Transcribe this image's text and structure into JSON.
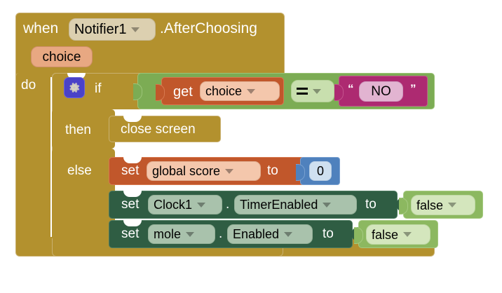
{
  "workspace": {
    "name": "app-inventor-blocks-canvas",
    "background": "#ffffff"
  },
  "event_block": {
    "keyword": "when",
    "component": "Notifier1",
    "event": ".AfterChoosing",
    "parameter": "choice",
    "do_label": "do",
    "color": "#b3912e"
  },
  "if_block": {
    "mutator_icon": "gear-icon",
    "if_label": "if",
    "then_label": "then",
    "else_label": "else",
    "color": "#b3912e"
  },
  "condition": {
    "operator": "=",
    "color": "#7cac54",
    "left": {
      "keyword": "get",
      "variable": "choice",
      "color": "#c1572b"
    },
    "right": {
      "open_quote": "“",
      "value": "NO",
      "close_quote": "”",
      "color": "#ad2a71"
    }
  },
  "then_branch": {
    "statements": [
      {
        "label": "close screen",
        "color": "#b3912e"
      }
    ]
  },
  "else_branch": {
    "statements": [
      {
        "keyword": "set",
        "target": "global score",
        "to_label": "to",
        "value": "0",
        "color": "#c1572b",
        "value_color": "#4f81bd"
      },
      {
        "keyword": "set",
        "component": "Clock1",
        "separator": ".",
        "property": "TimerEnabled",
        "to_label": "to",
        "value": "false",
        "color": "#2f5d43",
        "value_color": "#8cb860"
      },
      {
        "keyword": "set",
        "component": "mole",
        "separator": ".",
        "property": "Enabled",
        "to_label": "to",
        "value": "false",
        "color": "#2f5d43",
        "value_color": "#8cb860"
      }
    ]
  }
}
